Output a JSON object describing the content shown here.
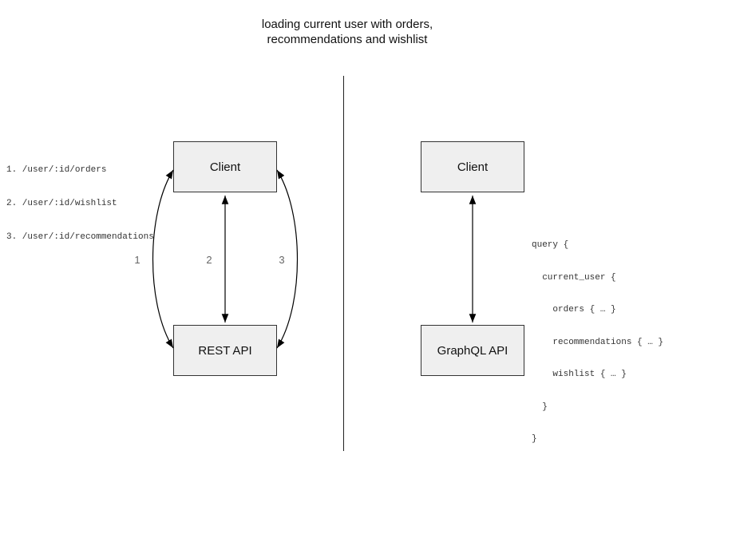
{
  "title": {
    "line1": "loading current user with orders,",
    "line2": "recommendations and wishlist"
  },
  "rest": {
    "client_label": "Client",
    "api_label": "REST API",
    "arrow_labels": [
      "1",
      "2",
      "3"
    ],
    "endpoints": [
      "1. /user/:id/orders",
      "2. /user/:id/wishlist",
      "3. /user/:id/recommendations"
    ]
  },
  "graphql": {
    "client_label": "Client",
    "api_label": "GraphQL API",
    "query_lines": [
      "query {",
      "  current_user {",
      "    orders { … }",
      "    recommendations { … }",
      "    wishlist { … }",
      "  }",
      "}"
    ]
  },
  "colors": {
    "box_fill": "#efefef",
    "box_border": "#333333",
    "arrow": "#000000",
    "label_gray": "#666666",
    "code_color": "#333333"
  }
}
